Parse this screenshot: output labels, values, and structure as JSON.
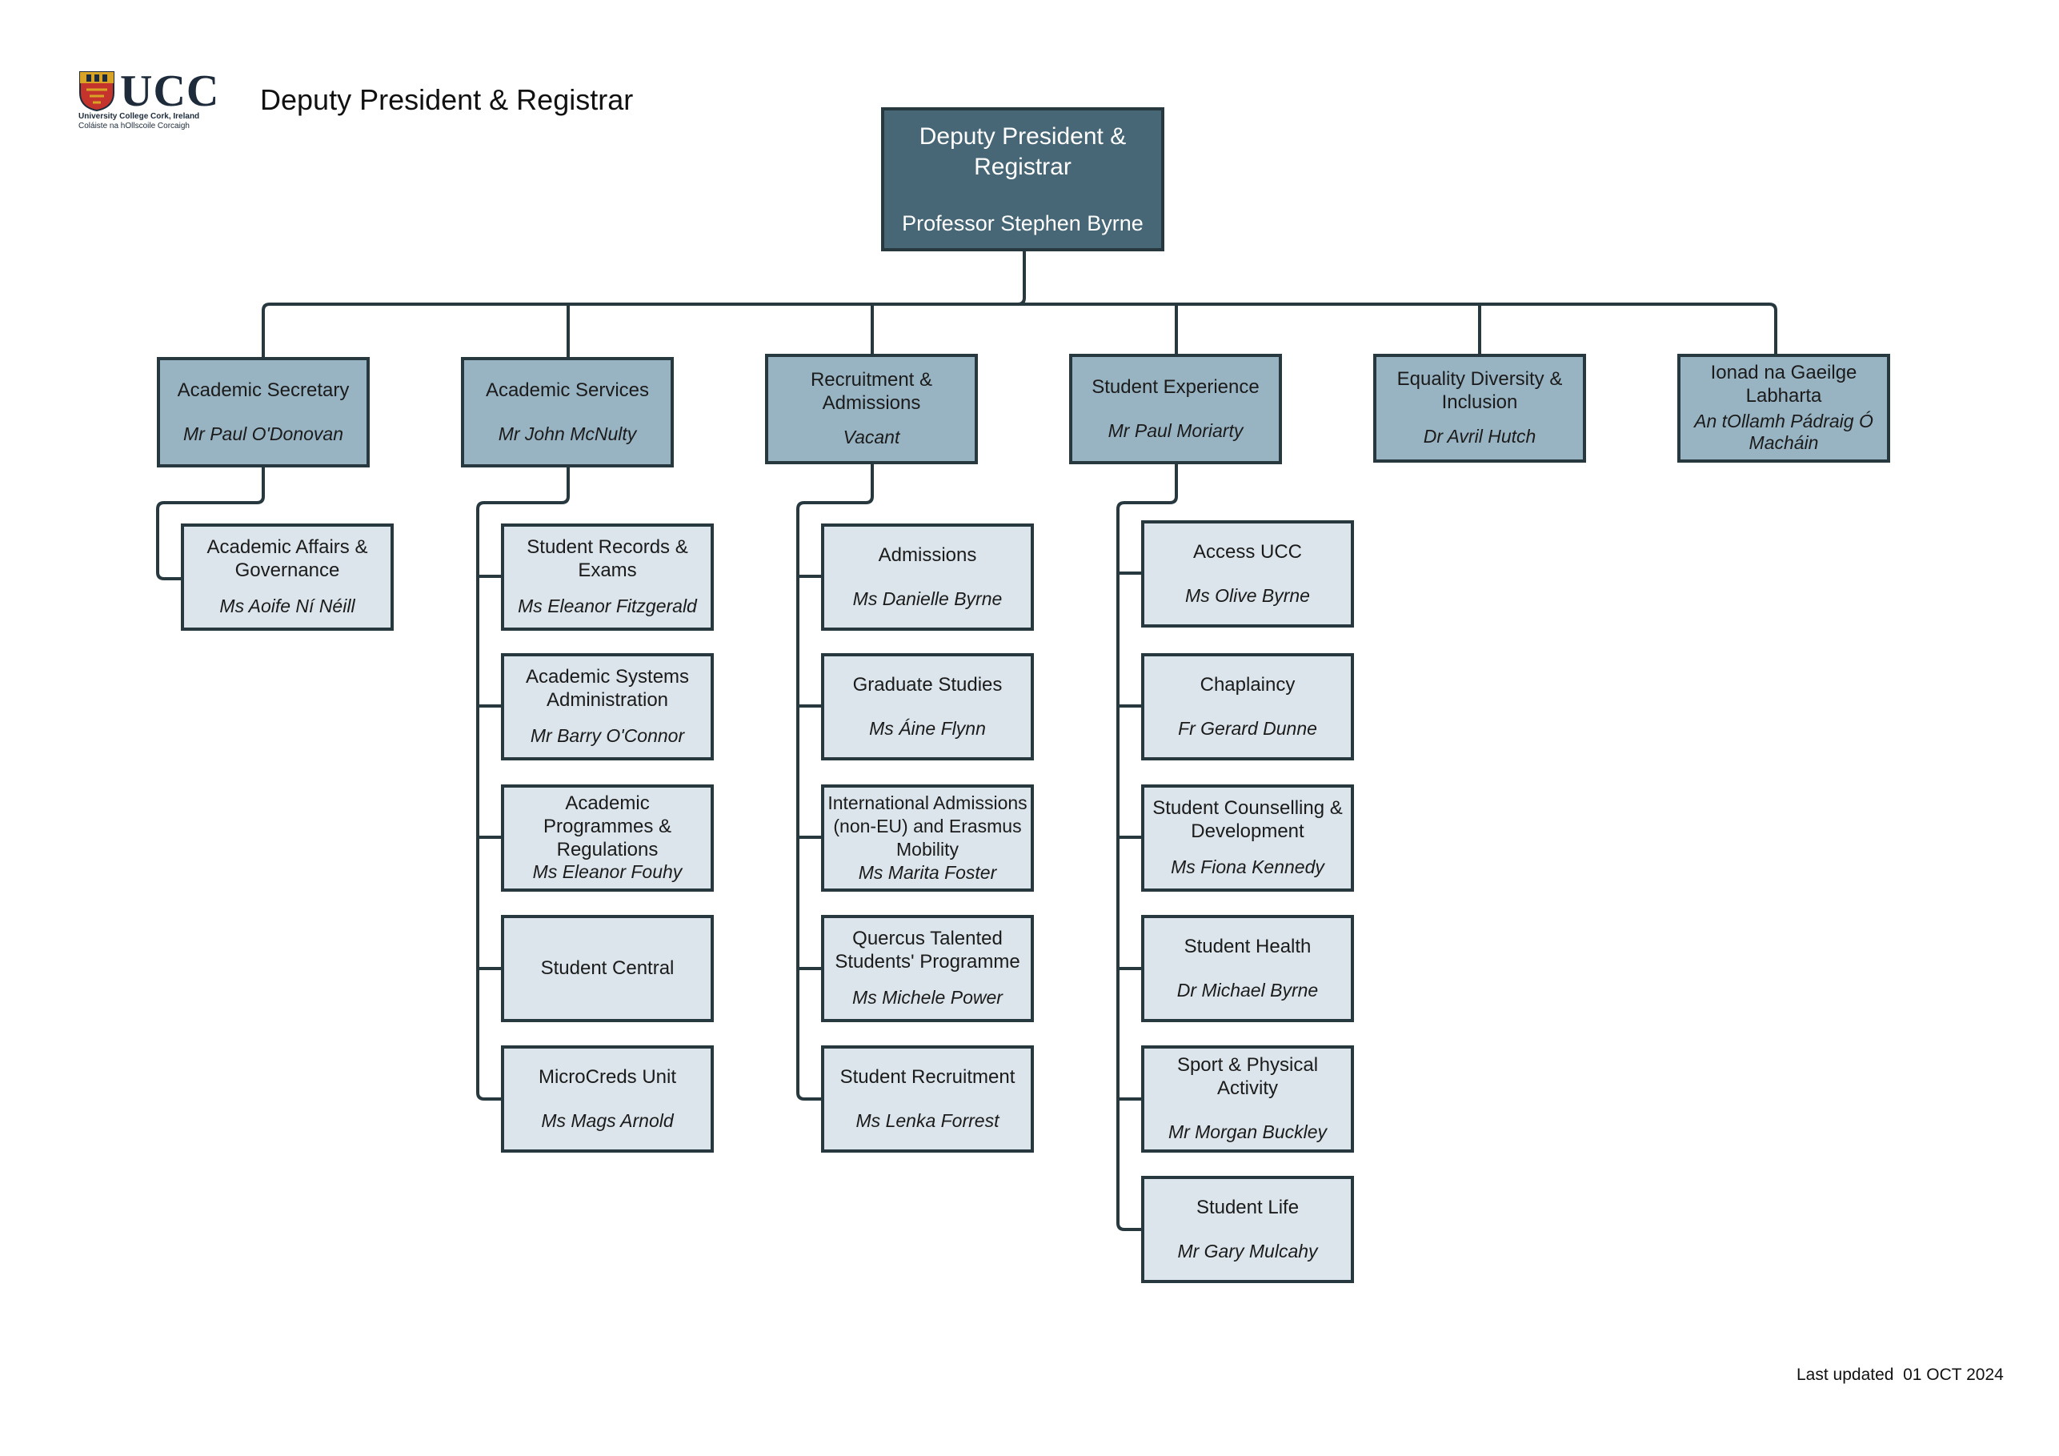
{
  "header": {
    "logo_text": "UCC",
    "logo_sub1": "University College Cork, Ireland",
    "logo_sub2": "Coláiste na hOllscoile Corcaigh",
    "page_title": "Deputy President & Registrar"
  },
  "footer": {
    "last_updated": "Last updated  01 OCT 2024"
  },
  "colors": {
    "top": "#476676",
    "level1": "#98b4c3",
    "level2": "#dbe5eb",
    "line": "#27383e"
  },
  "root": {
    "title": "Deputy President & Registrar",
    "person": "Professor Stephen Byrne"
  },
  "departments": [
    {
      "title": "Academic Secretary",
      "person": "Mr Paul O'Donovan",
      "children": [
        {
          "title": "Academic Affairs & Governance",
          "person": "Ms Aoife Ní Néill"
        }
      ]
    },
    {
      "title": "Academic Services",
      "person": "Mr John McNulty",
      "children": [
        {
          "title": "Student Records & Exams",
          "person": "Ms Eleanor Fitzgerald"
        },
        {
          "title": "Academic Systems Administration",
          "person": "Mr Barry O'Connor"
        },
        {
          "title": "Academic Programmes & Regulations",
          "person": "Ms Eleanor Fouhy"
        },
        {
          "title": "Student Central",
          "person": ""
        },
        {
          "title": "MicroCreds Unit",
          "person": "Ms Mags Arnold"
        }
      ]
    },
    {
      "title": "Recruitment & Admissions",
      "person": "Vacant",
      "children": [
        {
          "title": "Admissions",
          "person": "Ms Danielle Byrne"
        },
        {
          "title": "Graduate Studies",
          "person": "Ms Áine Flynn"
        },
        {
          "title": "International Admissions (non-EU) and Erasmus Mobility",
          "person": "Ms Marita Foster"
        },
        {
          "title": "Quercus Talented Students' Programme",
          "person": "Ms Michele Power"
        },
        {
          "title": "Student Recruitment",
          "person": "Ms Lenka Forrest"
        }
      ]
    },
    {
      "title": "Student Experience",
      "person": "Mr Paul Moriarty",
      "children": [
        {
          "title": "Access UCC",
          "person": "Ms Olive Byrne"
        },
        {
          "title": "Chaplaincy",
          "person": "Fr Gerard Dunne"
        },
        {
          "title": "Student Counselling & Development",
          "person": "Ms Fiona Kennedy"
        },
        {
          "title": "Student Health",
          "person": "Dr Michael Byrne"
        },
        {
          "title": "Sport & Physical Activity",
          "person": "Mr Morgan Buckley"
        },
        {
          "title": "Student Life",
          "person": "Mr Gary Mulcahy"
        }
      ]
    },
    {
      "title": "Equality Diversity & Inclusion",
      "person": "Dr Avril Hutch",
      "children": []
    },
    {
      "title": "Ionad na Gaeilge Labharta",
      "person": "An tOllamh Pádraig Ó Macháin",
      "children": []
    }
  ]
}
